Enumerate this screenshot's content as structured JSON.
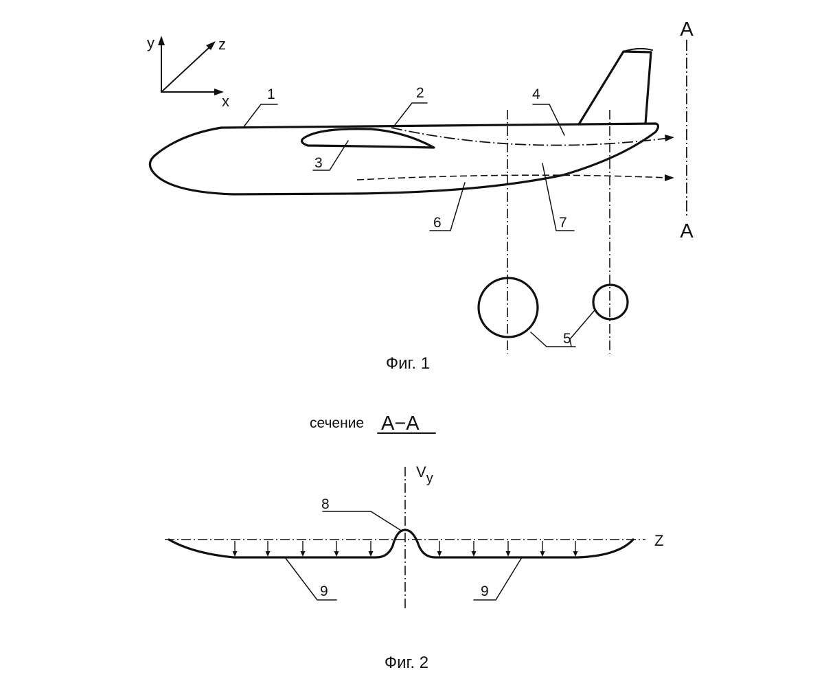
{
  "figure1": {
    "caption": "Фиг. 1",
    "axes": {
      "y": "y",
      "z": "z",
      "x": "x"
    },
    "section_mark_top": "A",
    "section_mark_bottom": "A",
    "callouts": [
      "1",
      "2",
      "3",
      "4",
      "5",
      "6",
      "7"
    ]
  },
  "figure2": {
    "section_prefix": "сечение",
    "section_name": "A−A",
    "caption": "Фиг. 2",
    "axis_vertical": "V",
    "axis_vertical_sub": "y",
    "axis_horizontal": "Z",
    "callouts": [
      "8",
      "9",
      "9"
    ]
  }
}
